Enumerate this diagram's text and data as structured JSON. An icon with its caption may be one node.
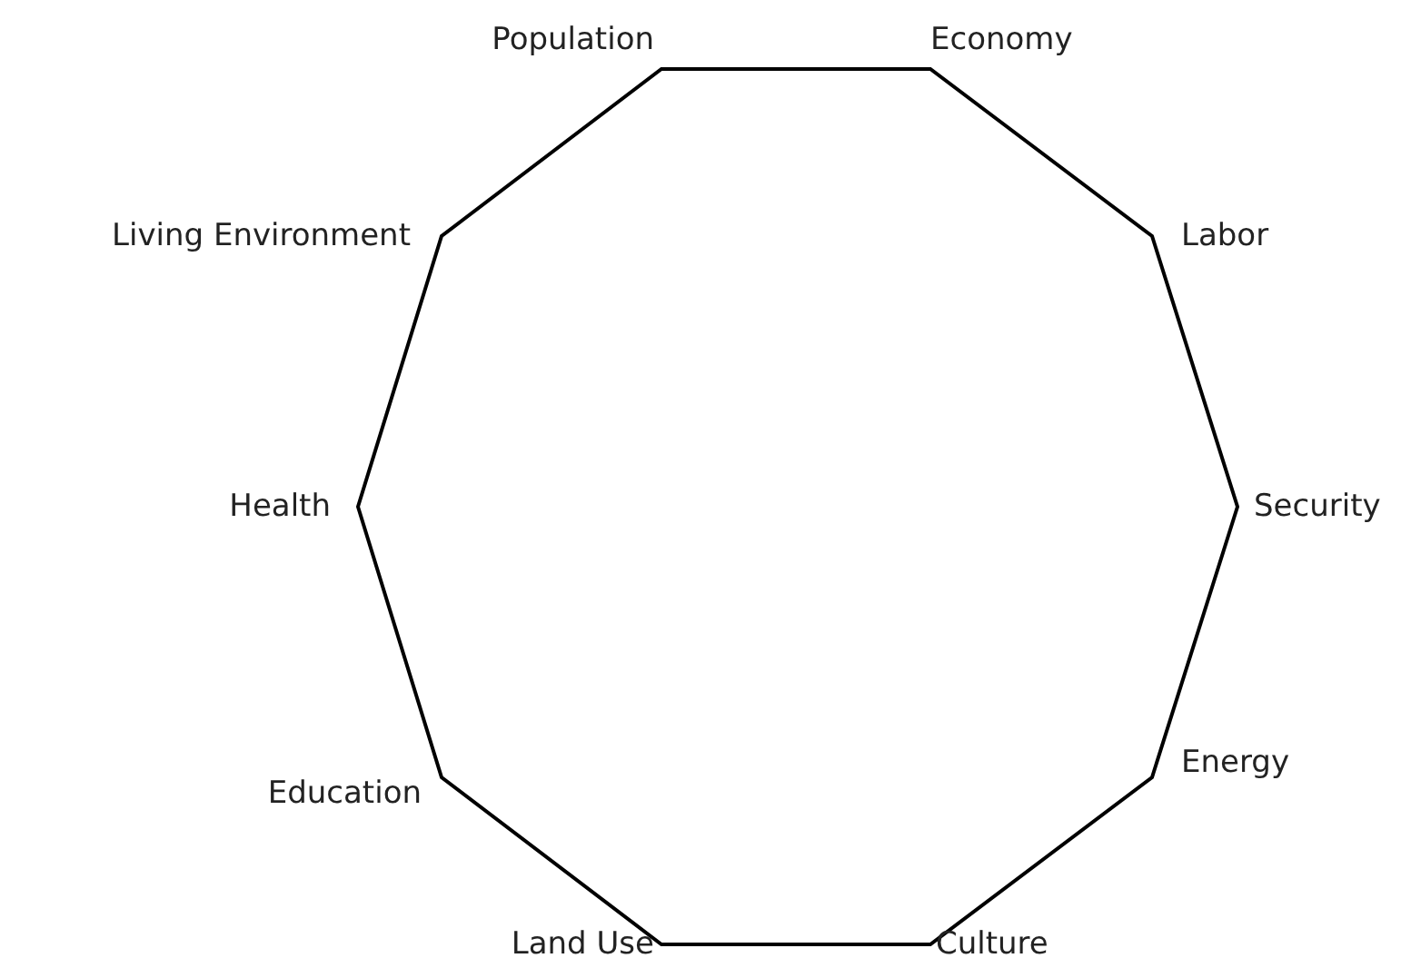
{
  "diagram": {
    "nodes": [
      {
        "text": [],
        "shape": "decagon"
      }
    ],
    "edges": [],
    "labels": [
      "Population",
      "Economy",
      "Living Environment",
      "Labor",
      "Health",
      "Security",
      "Education",
      "Energy",
      "Land Use",
      "Culture"
    ]
  }
}
